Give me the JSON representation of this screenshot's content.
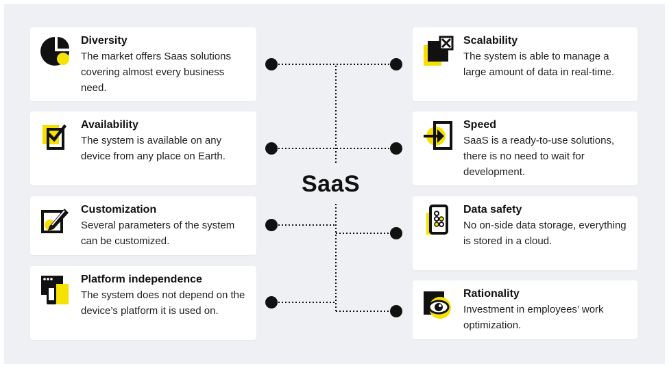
{
  "center": {
    "title": "SaaS"
  },
  "colors": {
    "accent": "#f6e100",
    "ink": "#111111",
    "panel": "#eff0f4"
  },
  "left_cards": [
    {
      "title": "Diversity",
      "description": "The market offers Saas solutions covering almost every business need.",
      "icon": "pie-chart-icon"
    },
    {
      "title": "Availability",
      "description": "The system is available on any device from any place on Earth.",
      "icon": "checkmark-device-icon"
    },
    {
      "title": "Customization",
      "description": "Several parameters of the system can be customized.",
      "icon": "edit-pencil-icon"
    },
    {
      "title": "Platform independence",
      "description": "The system does not depend on the device’s platform it is used on.",
      "icon": "multi-device-icon"
    }
  ],
  "right_cards": [
    {
      "title": "Scalability",
      "description": "The system is able to manage a large amount of data in real-time.",
      "icon": "scale-window-icon"
    },
    {
      "title": "Speed",
      "description": "SaaS is a ready-to-use solutions, there is no need to wait for development.",
      "icon": "login-arrow-icon"
    },
    {
      "title": "Data safety",
      "description": "No on-side data storage, everything is stored in a cloud.",
      "icon": "phone-storage-icon"
    },
    {
      "title": "Rationality",
      "description": "Investment in employees’ work optimization.",
      "icon": "eye-target-icon"
    }
  ]
}
